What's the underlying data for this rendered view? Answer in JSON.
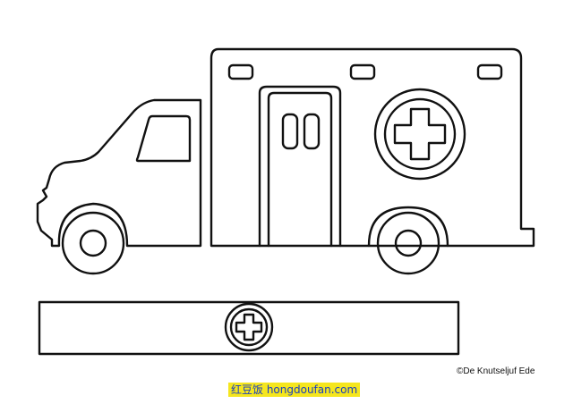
{
  "picture": {
    "subject": "ambulance-coloring-page",
    "icon": "medical-cross-icon",
    "line_color": "#111111",
    "background": "#ffffff"
  },
  "credit": {
    "text": "©De Knutseljuf Ede"
  },
  "watermark": {
    "text": "红豆饭 hongdoufan.com",
    "bg_color": "#f5e61e",
    "text_color": "#1a3fbf"
  }
}
